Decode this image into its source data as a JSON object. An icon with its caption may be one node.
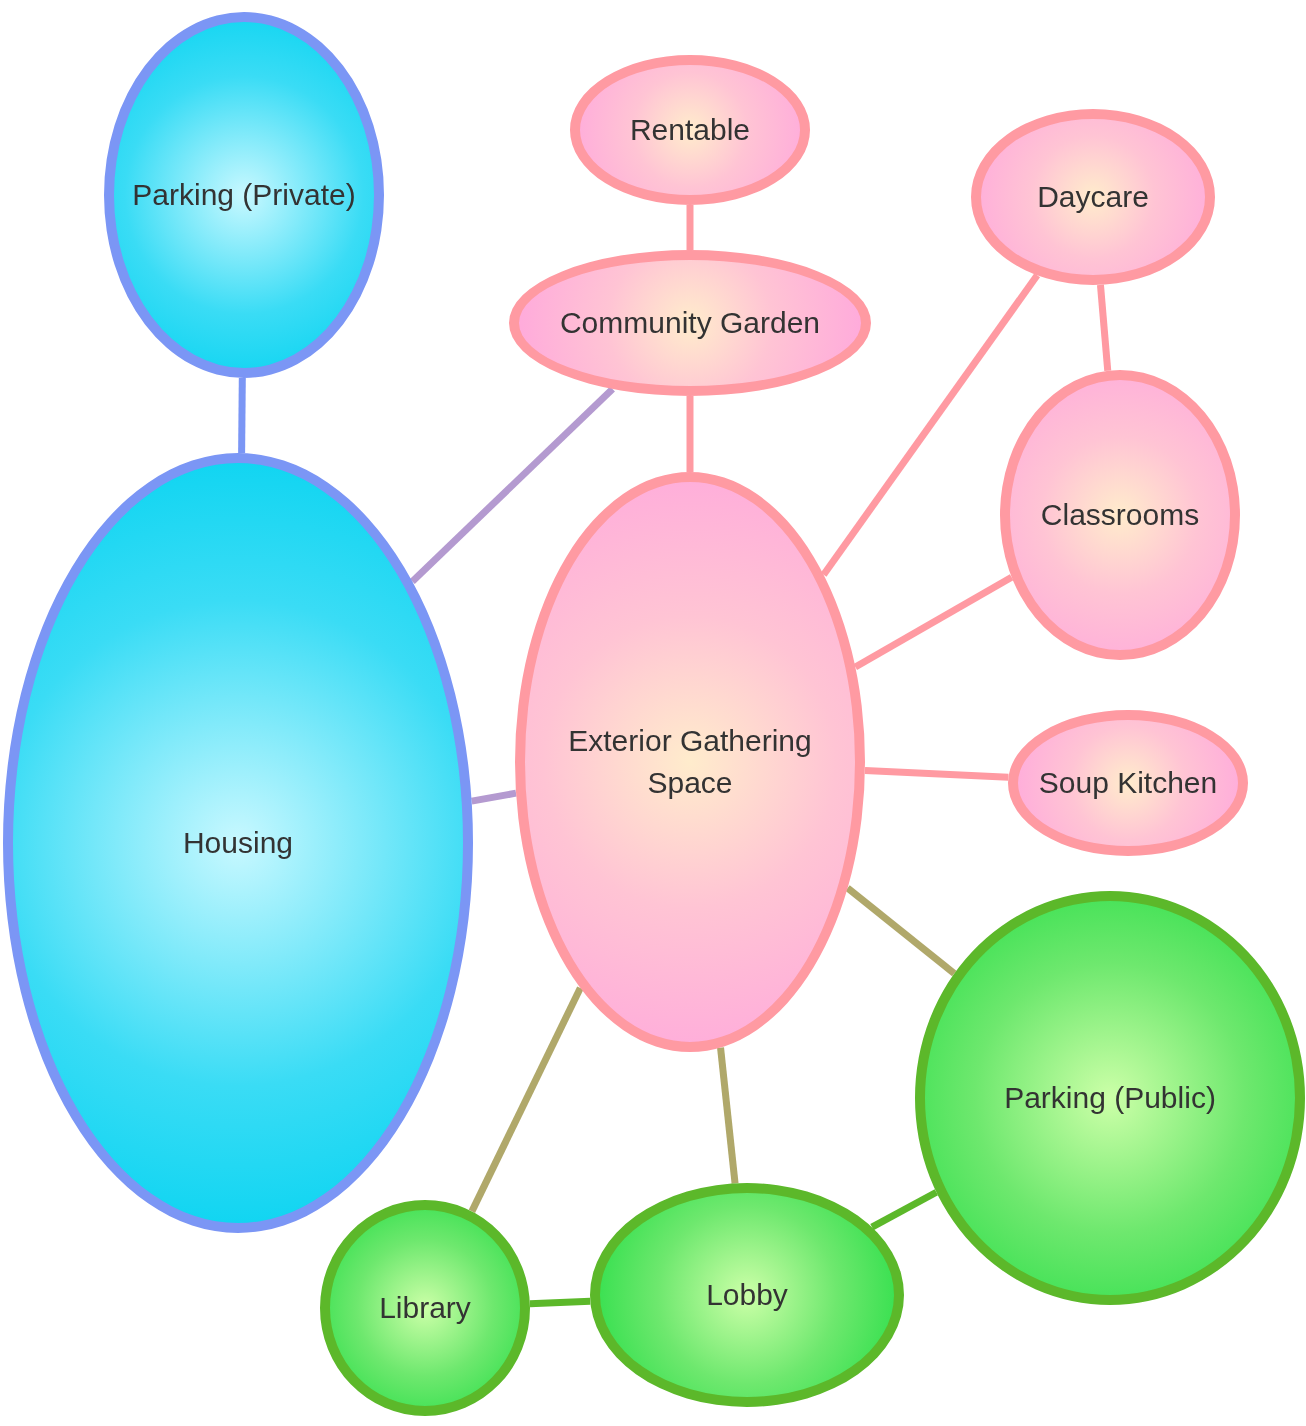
{
  "diagram": {
    "nodes": [
      {
        "text": [
          "Rentable"
        ]
      },
      {
        "text": [
          "Parking (Private)"
        ]
      },
      {
        "text": [
          "Daycare"
        ]
      },
      {
        "text": [
          "Community Garden"
        ]
      },
      {
        "text": [
          "Classrooms"
        ]
      },
      {
        "text": [
          "Exterior Gathering Space"
        ]
      },
      {
        "text": [
          "Soup Kitchen"
        ]
      },
      {
        "text": [
          "Housing"
        ]
      },
      {
        "text": [
          "Parking (Public)"
        ]
      },
      {
        "text": [
          "Lobby"
        ]
      },
      {
        "text": [
          "Library"
        ]
      }
    ],
    "edges": [
      {
        "from": 1,
        "to": 7,
        "arrow": "none",
        "color": "#7b96f5"
      },
      {
        "from": 0,
        "to": 3,
        "arrow": "none"
      },
      {
        "from": 3,
        "to": 7,
        "arrow": "none",
        "color": "#b49ad0"
      },
      {
        "from": 3,
        "to": 5,
        "arrow": "none"
      },
      {
        "from": 2,
        "to": 5,
        "arrow": "none"
      },
      {
        "from": 2,
        "to": 4,
        "arrow": "none"
      },
      {
        "from": 4,
        "to": 5,
        "arrow": "none"
      },
      {
        "from": 7,
        "to": 5,
        "arrow": "none",
        "color": "#b49ad0"
      },
      {
        "from": 5,
        "to": 6,
        "arrow": "none"
      },
      {
        "from": 5,
        "to": 8,
        "arrow": "none",
        "color": "#b0a86a"
      },
      {
        "from": 5,
        "to": 10,
        "arrow": "none",
        "color": "#b0a86a"
      },
      {
        "from": 5,
        "to": 9,
        "arrow": "none",
        "color": "#b0a86a"
      },
      {
        "from": 10,
        "to": 9,
        "arrow": "none",
        "color": "#5cb82a"
      },
      {
        "from": 9,
        "to": 8,
        "arrow": "none",
        "color": "#5cb82a"
      }
    ]
  }
}
